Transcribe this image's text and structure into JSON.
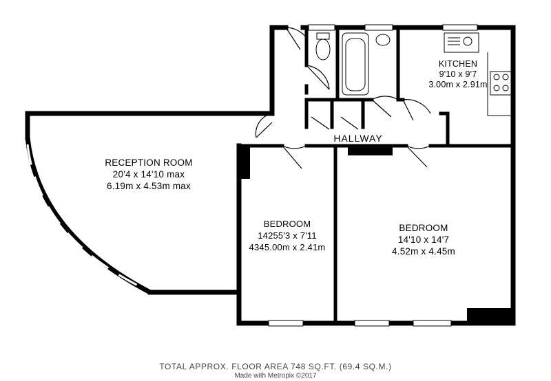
{
  "rooms": {
    "reception": {
      "name": "RECEPTION ROOM",
      "imperial": "20'4 x 14'10 max",
      "metric": "6.19m x 4.53m max"
    },
    "kitchen": {
      "name": "KITCHEN",
      "imperial": "9'10 x 9'7",
      "metric": "3.00m x 2.91m"
    },
    "hallway": {
      "name": "HALLWAY"
    },
    "bedroom_small": {
      "name": "BEDROOM",
      "imperial": "14255'3 x 7'11",
      "metric": "4345.00m x 2.41m"
    },
    "bedroom_large": {
      "name": "BEDROOM",
      "imperial": "14'10 x 14'7",
      "metric": "4.52m x 4.45m"
    }
  },
  "footer": {
    "area": "TOTAL APPROX. FLOOR AREA 748 SQ.FT. (69.4 SQ.M.)",
    "credit": "Made with Metropix ©2017"
  }
}
